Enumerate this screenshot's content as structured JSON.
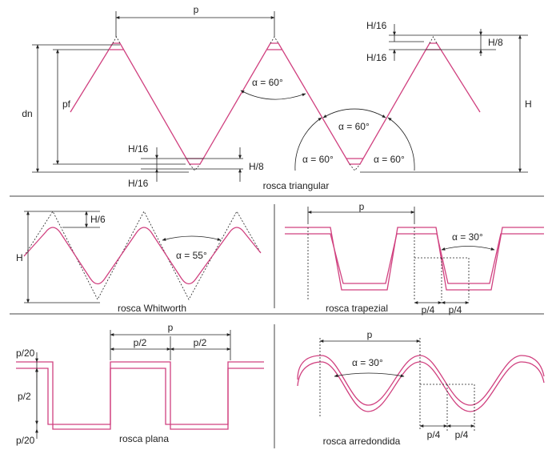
{
  "colors": {
    "profile": "#d0407f",
    "dimension": "#222222",
    "background": "#ffffff"
  },
  "panels": {
    "triangular": {
      "caption": "rosca triangular",
      "p": "p",
      "pf": "pf",
      "dn": "dn",
      "H": "H",
      "H16_a": "H/16",
      "H16_b": "H/16",
      "H8_top": "H/8",
      "H16_c": "H/16",
      "H16_d": "H/16",
      "H8_bottom": "H/8",
      "alpha_flank": "α = 60°",
      "alpha_root": "α = 60°",
      "alpha_left": "α = 60°",
      "alpha_right": "α = 60°"
    },
    "whitworth": {
      "caption": "rosca Whitworth",
      "H": "H",
      "H6": "H/6",
      "alpha": "α = 55°"
    },
    "trapezial": {
      "caption": "rosca trapezial",
      "p": "p",
      "alpha": "α = 30°",
      "p4_left": "p/4",
      "p4_right": "p/4"
    },
    "plana": {
      "caption": "rosca plana",
      "p": "p",
      "p2_left": "p/2",
      "p2_right": "p/2",
      "p20_top": "p/20",
      "p2_side": "p/2",
      "p20_bottom": "p/20"
    },
    "arredondada": {
      "caption": "rosca arredondida",
      "p": "p",
      "alpha": "α = 30°",
      "p4_left": "p/4",
      "p4_right": "p/4"
    }
  }
}
